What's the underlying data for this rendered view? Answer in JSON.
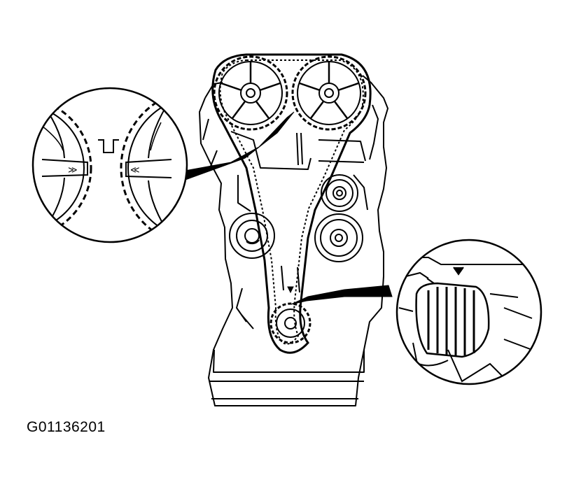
{
  "figure": {
    "id_label": "G01136201",
    "line_color": "#000000",
    "background_color": "#ffffff",
    "detail_callouts": [
      {
        "name": "camshaft-timing-mark-detail",
        "mark_left": "≫",
        "mark_right": "≪"
      },
      {
        "name": "crankshaft-timing-mark-detail"
      }
    ]
  }
}
